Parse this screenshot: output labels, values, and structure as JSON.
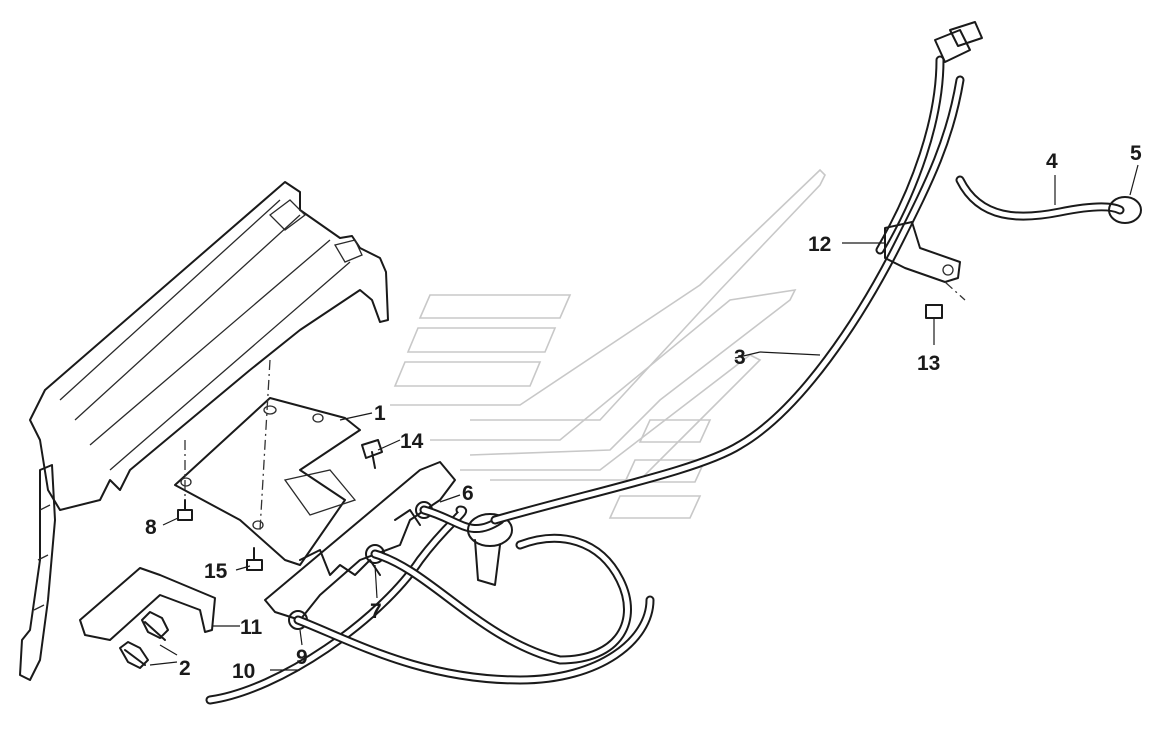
{
  "callouts": [
    {
      "id": "1",
      "label": "1"
    },
    {
      "id": "2",
      "label": "2"
    },
    {
      "id": "3",
      "label": "3"
    },
    {
      "id": "4",
      "label": "4"
    },
    {
      "id": "5",
      "label": "5"
    },
    {
      "id": "6",
      "label": "6"
    },
    {
      "id": "7",
      "label": "7"
    },
    {
      "id": "8",
      "label": "8"
    },
    {
      "id": "9",
      "label": "9"
    },
    {
      "id": "10",
      "label": "10"
    },
    {
      "id": "11",
      "label": "11"
    },
    {
      "id": "12",
      "label": "12"
    },
    {
      "id": "13",
      "label": "13"
    },
    {
      "id": "14",
      "label": "14"
    },
    {
      "id": "15",
      "label": "15"
    }
  ],
  "colors": {
    "line": "#1a1a1a",
    "watermark": "#c8c8c8",
    "background": "#ffffff"
  }
}
